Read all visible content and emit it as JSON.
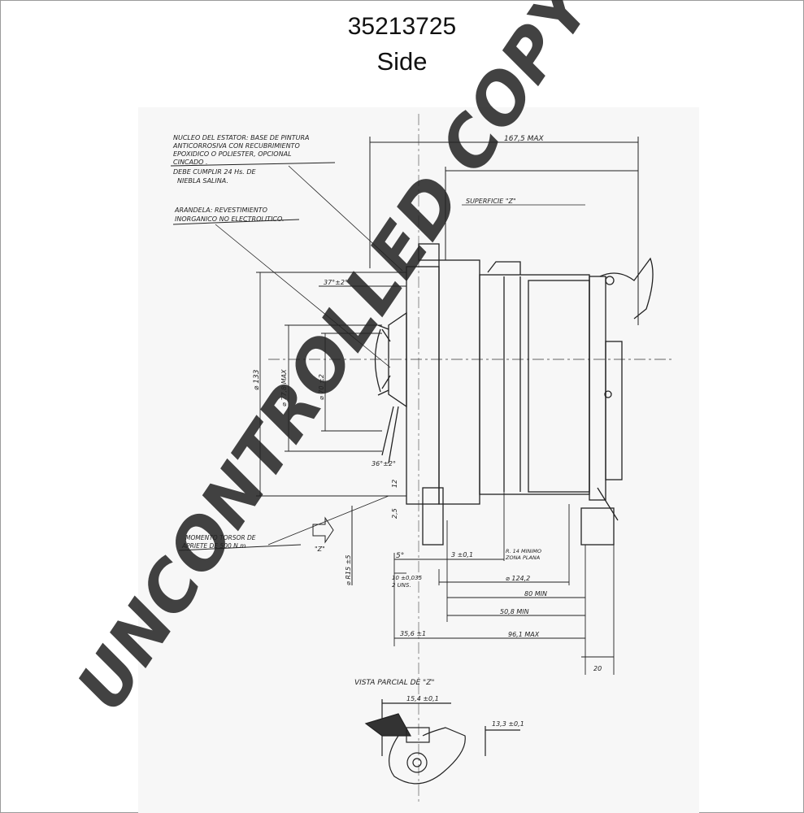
{
  "header": {
    "part_number": "35213725",
    "view": "Side"
  },
  "notes": {
    "stator_lines": [
      "NUCLEO DEL ESTATOR: BASE DE PINTURA",
      "ANTICORROSIVA CON RECUBRIMIENTO",
      "EPOXIDICO O POLIESTER, OPCIONAL",
      "CINCADO ."
    ],
    "salt_lines": [
      "DEBE CUMPLIR 24 Hs. DE",
      "NIEBLA SALINA."
    ],
    "washer_lines": [
      "ARANDELA: REVESTIMIENTO",
      "INORGANICO NO ELECTROLITICO."
    ],
    "torque_lines": [
      "MOMENTO TORSOR DE",
      "APRIETE DE 500 N.m"
    ]
  },
  "dimensions": {
    "overall_max": "167,5 MAX",
    "surface_z": "SUPERFICIE \"Z\"",
    "d_angle": "37°±2°",
    "d133": "⌀ 133",
    "d77": "⌀ 77,8 MAX",
    "d70": "⌀ 70 ±2",
    "d15": "⌀ R15 ±5",
    "a36": "36°±2°",
    "deg5": "5°",
    "dist3": "3 ±0,1",
    "r14_lines": [
      "R. 14 MINIMO",
      "ZONA PLANA"
    ],
    "d124": "⌀ 124,2",
    "min80": "80 MIN",
    "min50": "50,8 MIN",
    "w10_lines": [
      "10 ±0,035",
      "  2 UNS."
    ],
    "d35": "35,6 ±1",
    "max96": "96,1 MAX",
    "d20": "20",
    "z_label": "\"Z\"",
    "small_25": "2,5",
    "small_12": "12"
  },
  "partial_view": {
    "title": "VISTA PARCIAL DE \"Z\"",
    "dim1": "15,4 ±0,1",
    "dim2": "13,3 ±0,1"
  },
  "watermark": {
    "text": "UNCONTROLLED COPY"
  }
}
